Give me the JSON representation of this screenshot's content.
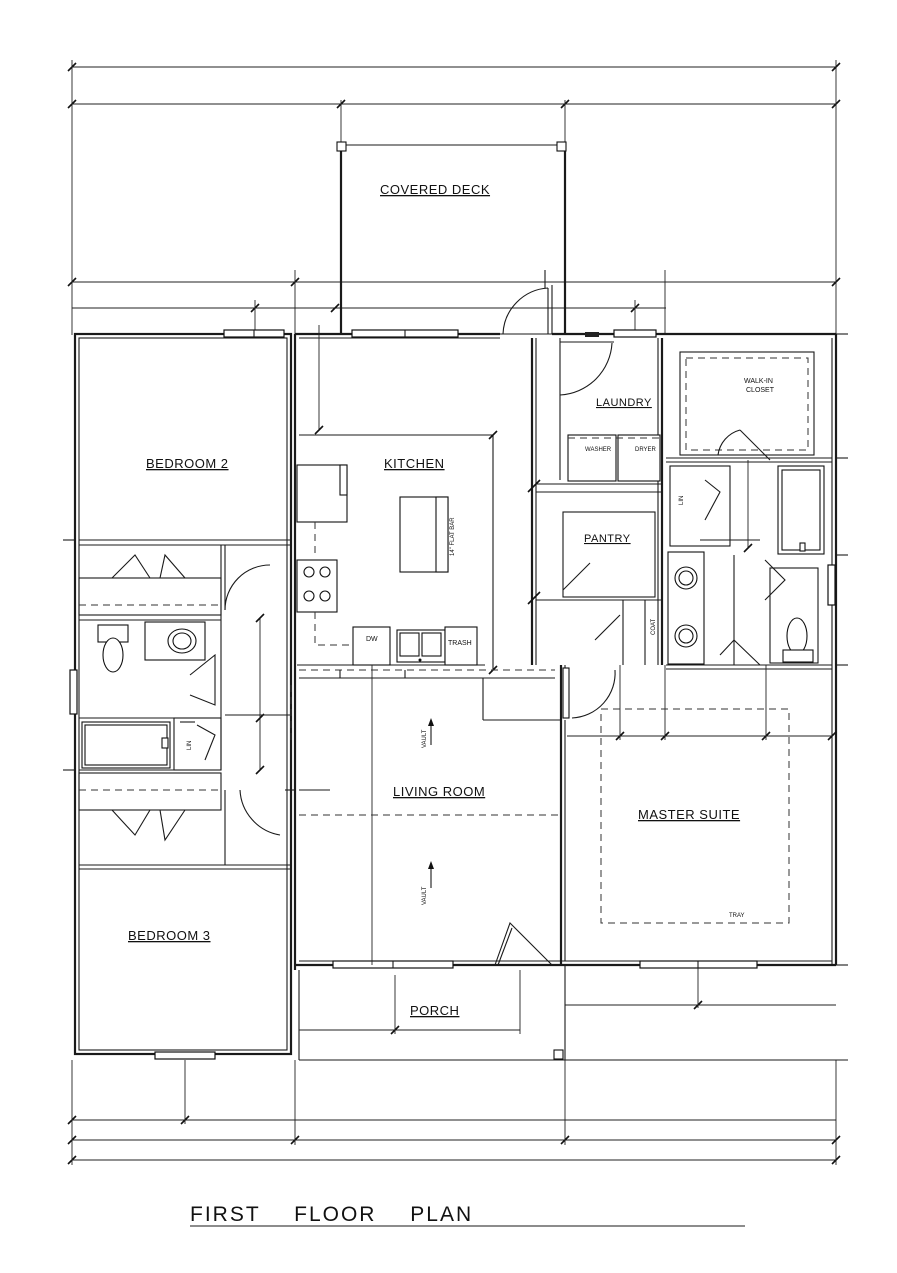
{
  "title": "FIRST FLOOR PLAN",
  "rooms": {
    "covered_deck": "COVERED DECK",
    "bedroom2": "BEDROOM 2",
    "kitchen": "KITCHEN",
    "laundry": "LAUNDRY",
    "walkin_closet_line1": "WALK-IN",
    "walkin_closet_line2": "CLOSET",
    "pantry": "PANTRY",
    "living_room": "LIVING ROOM",
    "master_suite": "MASTER SUITE",
    "bedroom3": "BEDROOM 3",
    "porch": "PORCH"
  },
  "labels": {
    "flat_bar": "14\" FLAT BAR",
    "washer": "WASHER",
    "dryer": "DRYER",
    "dw": "DW",
    "trash": "TRASH",
    "lin": "LIN",
    "coat": "COAT",
    "vault": "VAULT",
    "tray": "TRAY"
  }
}
